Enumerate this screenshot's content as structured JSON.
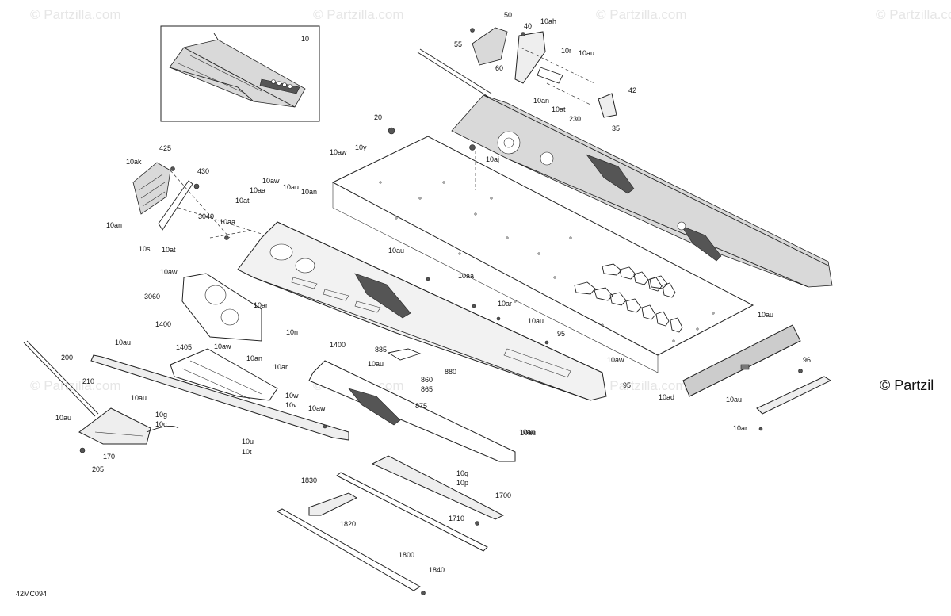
{
  "watermark": {
    "text": "© Partzilla.com",
    "edge_text": "© Partzil",
    "color": "#e6e6e6"
  },
  "reference": "42MC094",
  "inset_label": "10",
  "labels": [
    {
      "id": "l50",
      "text": "50"
    },
    {
      "id": "l10ah",
      "text": "10ah"
    },
    {
      "id": "l40",
      "text": "40"
    },
    {
      "id": "l55",
      "text": "55"
    },
    {
      "id": "l10r",
      "text": "10r"
    },
    {
      "id": "l10au_a",
      "text": "10au"
    },
    {
      "id": "l60",
      "text": "60"
    },
    {
      "id": "l42",
      "text": "42"
    },
    {
      "id": "l10an_a",
      "text": "10an"
    },
    {
      "id": "l10at_a",
      "text": "10at"
    },
    {
      "id": "l230",
      "text": "230"
    },
    {
      "id": "l35",
      "text": "35"
    },
    {
      "id": "l20",
      "text": "20"
    },
    {
      "id": "l10aw_a",
      "text": "10aw"
    },
    {
      "id": "l10y",
      "text": "10y"
    },
    {
      "id": "l10aj",
      "text": "10aj"
    },
    {
      "id": "l425",
      "text": "425"
    },
    {
      "id": "l10ak",
      "text": "10ak"
    },
    {
      "id": "l430",
      "text": "430"
    },
    {
      "id": "l10aw_b",
      "text": "10aw"
    },
    {
      "id": "l10au_b",
      "text": "10au"
    },
    {
      "id": "l10aa_a",
      "text": "10aa"
    },
    {
      "id": "l10an_b",
      "text": "10an"
    },
    {
      "id": "l10at_b",
      "text": "10at"
    },
    {
      "id": "l3040",
      "text": "3040"
    },
    {
      "id": "l10aa_b",
      "text": "10aa"
    },
    {
      "id": "l10an_c",
      "text": "10an"
    },
    {
      "id": "l10s",
      "text": "10s"
    },
    {
      "id": "l10at_c",
      "text": "10at"
    },
    {
      "id": "l10au_c",
      "text": "10au"
    },
    {
      "id": "l10aa_c",
      "text": "10aa"
    },
    {
      "id": "l10aw_c",
      "text": "10aw"
    },
    {
      "id": "l3060",
      "text": "3060"
    },
    {
      "id": "l10ar_a",
      "text": "10ar"
    },
    {
      "id": "l1400_a",
      "text": "1400"
    },
    {
      "id": "l10n",
      "text": "10n"
    },
    {
      "id": "l10ar_b",
      "text": "10ar"
    },
    {
      "id": "l10au_d",
      "text": "10au"
    },
    {
      "id": "l1405",
      "text": "1405"
    },
    {
      "id": "l10aw_d",
      "text": "10aw"
    },
    {
      "id": "l1400_b",
      "text": "1400"
    },
    {
      "id": "l95_a",
      "text": "95"
    },
    {
      "id": "l10au_e",
      "text": "10au"
    },
    {
      "id": "l10au_f",
      "text": "10au"
    },
    {
      "id": "l885",
      "text": "885"
    },
    {
      "id": "l10an_d",
      "text": "10an"
    },
    {
      "id": "l10ar_c",
      "text": "10ar"
    },
    {
      "id": "l10au_g",
      "text": "10au"
    },
    {
      "id": "l880",
      "text": "880"
    },
    {
      "id": "l860",
      "text": "860"
    },
    {
      "id": "l865",
      "text": "865"
    },
    {
      "id": "l10aw_e",
      "text": "10aw"
    },
    {
      "id": "l95_b",
      "text": "95"
    },
    {
      "id": "l875",
      "text": "875"
    },
    {
      "id": "l200",
      "text": "200"
    },
    {
      "id": "l210",
      "text": "210"
    },
    {
      "id": "l10au_h",
      "text": "10au"
    },
    {
      "id": "l10w",
      "text": "10w"
    },
    {
      "id": "l10v",
      "text": "10v"
    },
    {
      "id": "l10aw_f",
      "text": "10aw"
    },
    {
      "id": "l10au_i",
      "text": "10au"
    },
    {
      "id": "l10g",
      "text": "10g"
    },
    {
      "id": "l10c",
      "text": "10c"
    },
    {
      "id": "l10u",
      "text": "10u"
    },
    {
      "id": "l10t",
      "text": "10t"
    },
    {
      "id": "l170",
      "text": "170"
    },
    {
      "id": "l205",
      "text": "205"
    },
    {
      "id": "l10au_j",
      "text": "10au"
    },
    {
      "id": "l10ad",
      "text": "10ad"
    },
    {
      "id": "l96",
      "text": "96"
    },
    {
      "id": "l10au_k",
      "text": "10au"
    },
    {
      "id": "l10ar_d",
      "text": "10ar"
    },
    {
      "id": "l10au_l",
      "text": "10au"
    },
    {
      "id": "l10q",
      "text": "10q"
    },
    {
      "id": "l10p",
      "text": "10p"
    },
    {
      "id": "l1700",
      "text": "1700"
    },
    {
      "id": "l1830",
      "text": "1830"
    },
    {
      "id": "l1820",
      "text": "1820"
    },
    {
      "id": "l1710",
      "text": "1710"
    },
    {
      "id": "l1800",
      "text": "1800"
    },
    {
      "id": "l1840",
      "text": "1840"
    }
  ]
}
